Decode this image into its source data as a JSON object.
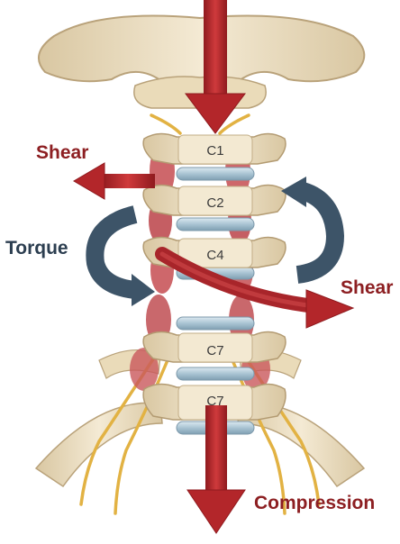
{
  "labels": {
    "shear_left": "Shear",
    "shear_right": "Shear",
    "torque": "Torque",
    "compression": "Compression"
  },
  "vertebrae": [
    "C1",
    "C2",
    "C4",
    "C7",
    "C7"
  ],
  "colors": {
    "bone": "#efe3c8",
    "bone_shade": "#d7c4a0",
    "disc": "#bcd3df",
    "muscle": "#c9575b",
    "nerve": "#e8b948",
    "force_arrow": "#b3262a",
    "torque_arrow": "#3d5468",
    "shear_text": "#8d1f22",
    "torque_text": "#2c3e50"
  },
  "icons": {
    "compression_arrow": "down-arrow",
    "shear_arrows": "lateral-arrow",
    "torque_arrows": "curved-rotation-arrow"
  }
}
